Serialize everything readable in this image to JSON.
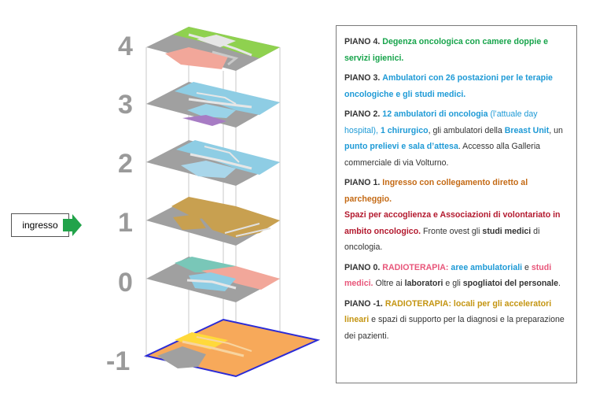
{
  "floor_labels": [
    "4",
    "3",
    "2",
    "1",
    "0",
    "-1"
  ],
  "entrance": {
    "label": "ingresso"
  },
  "colors": {
    "floor4": "#8fd14f",
    "floor3": "#8ecde4",
    "floor2": "#8ecde4",
    "floor1": "#c8a050",
    "floor0": "#79c7b8",
    "floor_minus1": "#f7a95a",
    "slab": "#a6a6a6",
    "outline_minus1": "#2b2bd6",
    "entrance_arrow": "#22a34a"
  },
  "legend": {
    "piano4": {
      "label": "PIANO 4.",
      "s1": "Degenza oncologica con camere doppie e servizi igienici."
    },
    "piano3": {
      "label": "PIANO 3.",
      "s1": "Ambulatori con 26 postazioni per le terapie oncologiche e gli studi medici."
    },
    "piano2": {
      "label": "PIANO 2.",
      "s1": "12 ambulatori di oncologia",
      "s2": " (l’attuale day hospital), ",
      "s3": "1 chirurgico",
      "s4": ", gli ambulatori della ",
      "s5": "Breast Unit",
      "s6": ", un ",
      "s7": "punto prelievi e sala d’attesa",
      "s8": ". Accesso alla Galleria commerciale di via Volturno."
    },
    "piano1": {
      "label": "PIANO 1.",
      "s1": "Ingresso con collegamento diretto al parcheggio.",
      "s2": "Spazi per accoglienza e Associazioni di volontariato in ambito oncologico.",
      "s3": " Fronte ovest gli ",
      "s4": "studi medici",
      "s5": " di oncologia."
    },
    "piano0": {
      "label": "PIANO 0.",
      "s1": "RADIOTERAPIA:",
      "s2": " ",
      "s3": "aree ambulatoriali",
      "s4": " e ",
      "s5": "studi medici.",
      "s6": " Oltre ai ",
      "s7": "laboratori",
      "s8": " e gli ",
      "s9": "spogliatoi del personale",
      "s10": "."
    },
    "pianom1": {
      "label": "PIANO -1.",
      "s1": "RADIOTERAPIA: locali per gli acceleratori lineari",
      "s2": " e spazi di supporto per la diagnosi e la preparazione dei pazienti."
    }
  }
}
